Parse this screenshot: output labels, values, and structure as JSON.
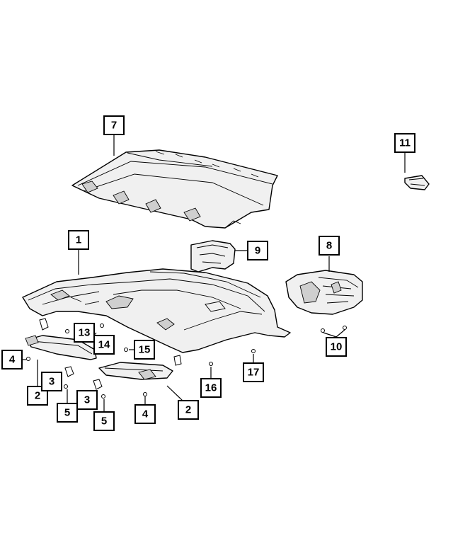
{
  "diagram": {
    "callouts": [
      {
        "id": "c7",
        "label": "7"
      },
      {
        "id": "c11",
        "label": "11"
      },
      {
        "id": "c1",
        "label": "1"
      },
      {
        "id": "c9",
        "label": "9"
      },
      {
        "id": "c8",
        "label": "8"
      },
      {
        "id": "c13",
        "label": "13"
      },
      {
        "id": "c14",
        "label": "14"
      },
      {
        "id": "c15",
        "label": "15"
      },
      {
        "id": "c4a",
        "label": "4"
      },
      {
        "id": "c2a",
        "label": "2"
      },
      {
        "id": "c3a",
        "label": "3"
      },
      {
        "id": "c5a",
        "label": "5"
      },
      {
        "id": "c3b",
        "label": "3"
      },
      {
        "id": "c5b",
        "label": "5"
      },
      {
        "id": "c4b",
        "label": "4"
      },
      {
        "id": "c2b",
        "label": "2"
      },
      {
        "id": "c16",
        "label": "16"
      },
      {
        "id": "c17",
        "label": "17"
      },
      {
        "id": "c10",
        "label": "10"
      }
    ]
  }
}
